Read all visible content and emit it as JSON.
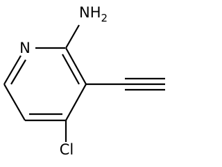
{
  "molecule": {
    "atoms": {
      "ring_nitrogen": "N",
      "amine": {
        "symbol": "NH",
        "subscript": "2"
      },
      "chlorine": "Cl"
    },
    "bonds": [
      {
        "id": "c2-n1",
        "order": 1
      },
      {
        "id": "n1-c6",
        "order": 2
      },
      {
        "id": "c6-c5",
        "order": 1
      },
      {
        "id": "c5-c4",
        "order": 2
      },
      {
        "id": "c4-c3",
        "order": 1
      },
      {
        "id": "c3-c2",
        "order": 2
      },
      {
        "id": "c2-n-amine",
        "order": 1
      },
      {
        "id": "c4-cl",
        "order": 1
      },
      {
        "id": "c3-alkyne",
        "order": 1
      },
      {
        "id": "alkyne",
        "order": 3
      }
    ]
  }
}
